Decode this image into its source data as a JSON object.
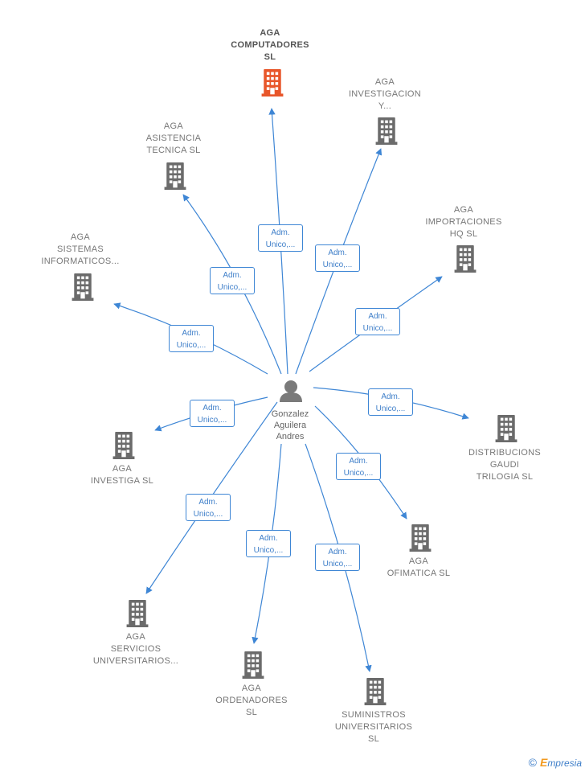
{
  "center": {
    "name": "Gonzalez\nAguilera\nAndres"
  },
  "edge_label": "Adm.\nUnico,...",
  "colors": {
    "edge": "#3e86d5",
    "building": "#6b6b6b",
    "highlight": "#e8562a"
  },
  "companies": [
    {
      "id": "aga-computadores",
      "name": "AGA\nCOMPUTADORES\nSL",
      "highlight": true
    },
    {
      "id": "aga-investigacion",
      "name": "AGA\nINVESTIGACION\nY..."
    },
    {
      "id": "aga-asistencia",
      "name": "AGA\nASISTENCIA\nTECNICA  SL"
    },
    {
      "id": "aga-importaciones",
      "name": "AGA\nIMPORTACIONES\nHQ  SL"
    },
    {
      "id": "aga-sistemas",
      "name": "AGA\nSISTEMAS\nINFORMATICOS..."
    },
    {
      "id": "distribucions-gaudi",
      "name": "DISTRIBUCIONS\nGAUDI\nTRILOGIA  SL"
    },
    {
      "id": "aga-investiga",
      "name": "AGA\nINVESTIGA  SL"
    },
    {
      "id": "aga-ofimatica",
      "name": "AGA\nOFIMATICA  SL"
    },
    {
      "id": "aga-servicios",
      "name": "AGA\nSERVICIOS\nUNIVERSITARIOS..."
    },
    {
      "id": "aga-ordenadores",
      "name": "AGA\nORDENADORES\nSL"
    },
    {
      "id": "suministros",
      "name": "SUMINISTROS\nUNIVERSITARIOS\nSL"
    }
  ],
  "footer": {
    "copyright": "©",
    "brand_first": "E",
    "brand_rest": "mpresia"
  }
}
